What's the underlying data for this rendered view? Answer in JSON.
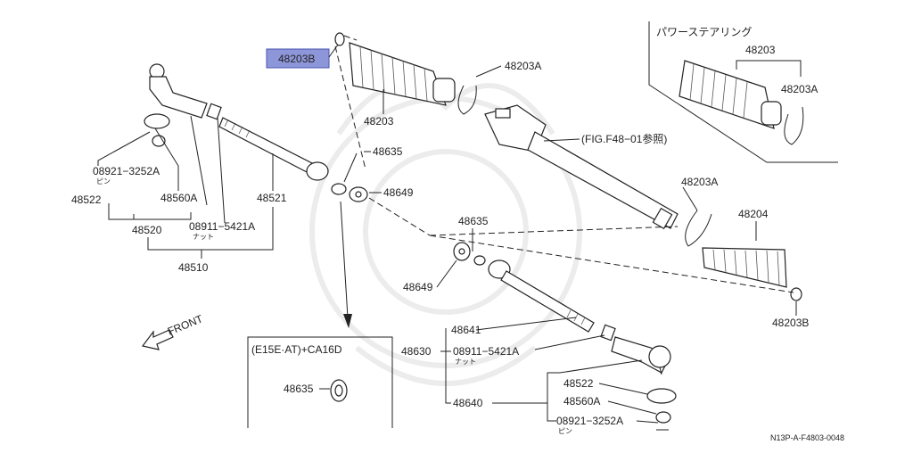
{
  "highlight": {
    "part": "48203B"
  },
  "labels": {
    "l48203B_top": "48203B",
    "l48203_left": "48203",
    "l48203A_top": "48203A",
    "l48203_inset": "48203",
    "l48203A_inset": "48203A",
    "inset_title": "パワーステアリング",
    "fig_ref": "(FIG.F48−01参照)",
    "l48635_a": "48635",
    "l48649_a": "48649",
    "l08921_a": "08921−3252A",
    "l_pin_a": "ピン",
    "l48522_a": "48522",
    "l48560A_a": "48560A",
    "l48521": "48521",
    "l48520": "48520",
    "l08911_a": "08911−5421A",
    "l_nut_a": "ナット",
    "l48510": "48510",
    "l48203A_mid": "48203A",
    "l48204": "48204",
    "l48635_b": "48635",
    "l48649_b": "48649",
    "l48203B_right": "48203B",
    "l48641": "48641",
    "l48630": "48630",
    "l08911_b": "08911−5421A",
    "l_nut_b": "ナット",
    "l48640": "48640",
    "l48522_b": "48522",
    "l48560A_b": "48560A",
    "l08921_b": "08921−3252A",
    "l_pin_b": "ピン",
    "front": "FRONT",
    "engine_box_title": "(E15E·AT)+CA16D",
    "l48635_box": "48635",
    "diagram_id": "N13P-A-F4803-0048"
  }
}
